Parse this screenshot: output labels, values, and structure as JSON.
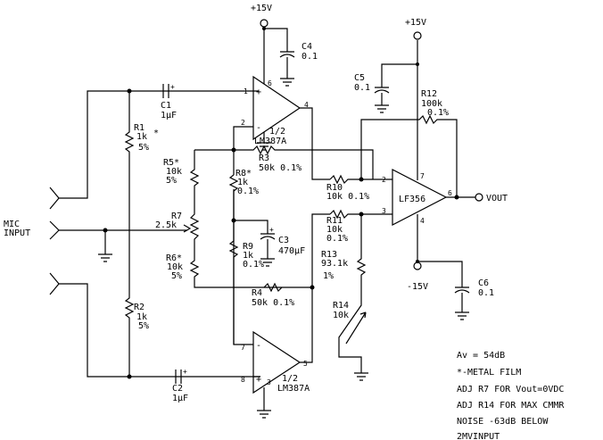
{
  "labels": {
    "top_supply": "+15V",
    "c4": "C4",
    "c4_val": "0.1",
    "amp1_a": "1/2",
    "amp1_b": "LM387A",
    "amp2_a": "1/2",
    "amp2_b": "LM387A",
    "right_supply": "+15V",
    "c5": "C5",
    "c5_val": "0.1",
    "r12": "R12",
    "r12_val": "100k",
    "r12_tol": "0.1%",
    "c1": "C1",
    "c1_val": "1µF",
    "c2": "C2",
    "c2_val": "1µF",
    "r1": "R1",
    "r1_val": "1k",
    "r1_star": "*",
    "r1_tol": "5%",
    "r2": "R2",
    "r2_val": "1k",
    "r2_tol": "5%",
    "r5": "R5*",
    "r5_val": "10k",
    "r5_tol": "5%",
    "r7": "R7",
    "r7_val": "2.5k",
    "r6": "R6*",
    "r6_val": "10k",
    "r6_tol": "5%",
    "r8": "R8*",
    "r8_val": "1k",
    "r8_tol": "0.1%",
    "r3": "R3",
    "r3_val": "50k 0.1%",
    "r4": "R4",
    "r4_val": "50k 0.1%",
    "r9": "R9",
    "r9_val": "1k",
    "r9_tol": "0.1%",
    "c3": "C3",
    "c3_val": "470µF",
    "r10": "R10",
    "r10_val": "10k 0.1%",
    "r11": "R11",
    "r11_val": "10k",
    "r11_tol": "0.1%",
    "r13": "R13",
    "r13_val": "93.1k",
    "r13_tol": "1%",
    "r14": "R14",
    "r14_val": "10k",
    "lf356": "LF356",
    "vout": "VOUT",
    "neg_supply": "-15V",
    "c6": "C6",
    "c6_val": "0.1",
    "mic1": "MIC",
    "mic2": "INPUT",
    "pin_a1_plus": "1",
    "pin_a1_minus": "2",
    "pin_a1_v": "6",
    "pin_a1_out": "4",
    "pin_a2_minus": "7",
    "pin_a2_plus": "8",
    "pin_a2_gnd": "3",
    "pin_a2_out": "5",
    "pin_u_minus": "2",
    "pin_u_plus": "3",
    "pin_u_v": "7",
    "pin_u_neg": "4",
    "pin_u_out": "6"
  },
  "notes": [
    "Av = 54dB",
    "*-METAL FILM",
    "ADJ R7 FOR Vout=0VDC",
    "ADJ R14 FOR MAX CMMR",
    "NOISE -63dB BELOW",
    "2MVINPUT"
  ]
}
